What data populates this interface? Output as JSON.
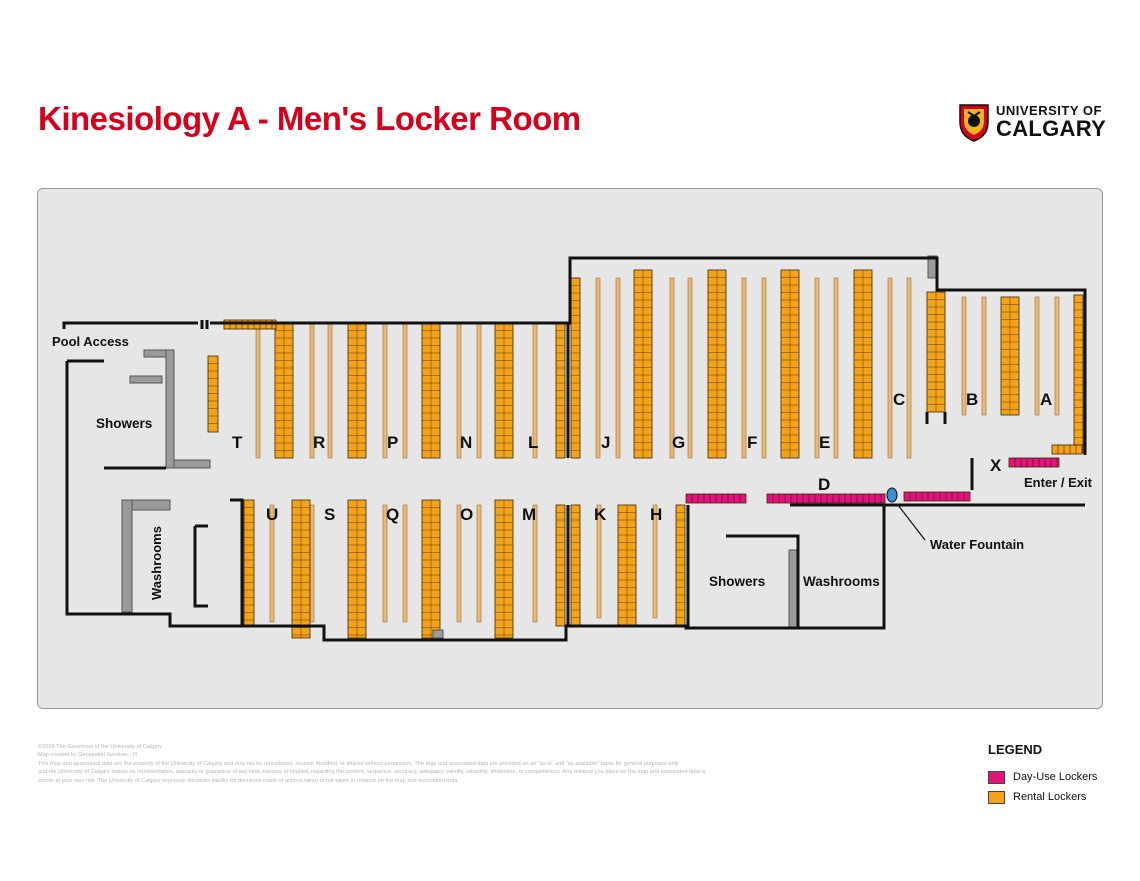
{
  "title": "Kinesiology A - Men's Locker Room",
  "logo": {
    "line1": "UNIVERSITY OF",
    "line2": "CALGARY",
    "icon": "university-crest-icon"
  },
  "colors": {
    "title": "#d6001c",
    "day_use": "#e0147a",
    "rental": "#f5a21b",
    "wall": "#111111",
    "floor": "#e6e6e6"
  },
  "rooms": {
    "pool_access": "Pool Access",
    "showers_left": "Showers",
    "washrooms_left": "Washrooms",
    "showers_right": "Showers",
    "washrooms_right": "Washrooms",
    "enter_exit": "Enter / Exit",
    "water_fountain": "Water Fountain"
  },
  "aisles_top": [
    "T",
    "R",
    "P",
    "N",
    "L",
    "J",
    "G",
    "F",
    "E",
    "C",
    "B",
    "A"
  ],
  "aisles_bottom": [
    "U",
    "S",
    "Q",
    "O",
    "M",
    "K",
    "H"
  ],
  "aisles_other": [
    "D",
    "X"
  ],
  "legend": {
    "title": "LEGEND",
    "items": [
      {
        "label": "Day-Use Lockers",
        "color": "#e0147a"
      },
      {
        "label": "Rental Lockers",
        "color": "#f5a21b"
      }
    ]
  },
  "fine_print": [
    "©2024 The Governors of the University of Calgary",
    "Map created by Geospatial Services - IT",
    "This map and associated data are the property of the University of Calgary and may not be reproduced, reused, modified, or shared without permission. The map and associated data are provided on an \"as is\" and \"as available\" basis for general purposes only",
    "and the University of Calgary makes no representation, warranty or guarantee of any kind, express or implied, regarding the content, sequence, accuracy, adequacy, validity, reliability, timeliness, or completeness. Any reliance you place on the map and associated data is",
    "strictly at your own risk. The University of Calgary expressly disclaims liability for decisions made or actions taken or not taken in reliance on the map and associated data."
  ]
}
